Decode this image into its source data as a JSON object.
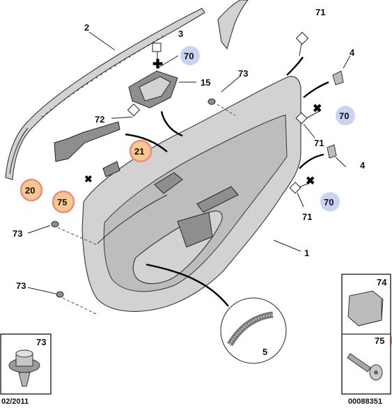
{
  "callouts": {
    "c1": "1",
    "c2": "2",
    "c3": "3",
    "c4a": "4",
    "c4b": "4",
    "c5": "5",
    "c15": "15",
    "c20": "20",
    "c21": "21",
    "c70a": "70",
    "c70b": "70",
    "c70c": "70",
    "c71a": "71",
    "c71b": "71",
    "c71c": "71",
    "c72": "72",
    "c73a": "73",
    "c73b": "73",
    "c73c": "73",
    "c75": "75"
  },
  "insets": {
    "clip_ref": "73",
    "plug_ref": "74",
    "screw_ref": "75"
  },
  "footer": {
    "date": "02/2011",
    "doc_number": "00088351"
  },
  "colors": {
    "highlight_orange": "#f7c98f",
    "highlight_orange_ring": "#f08a7e",
    "highlight_blue": "#c9d3f2",
    "part_grey": "#d2d2d2"
  }
}
